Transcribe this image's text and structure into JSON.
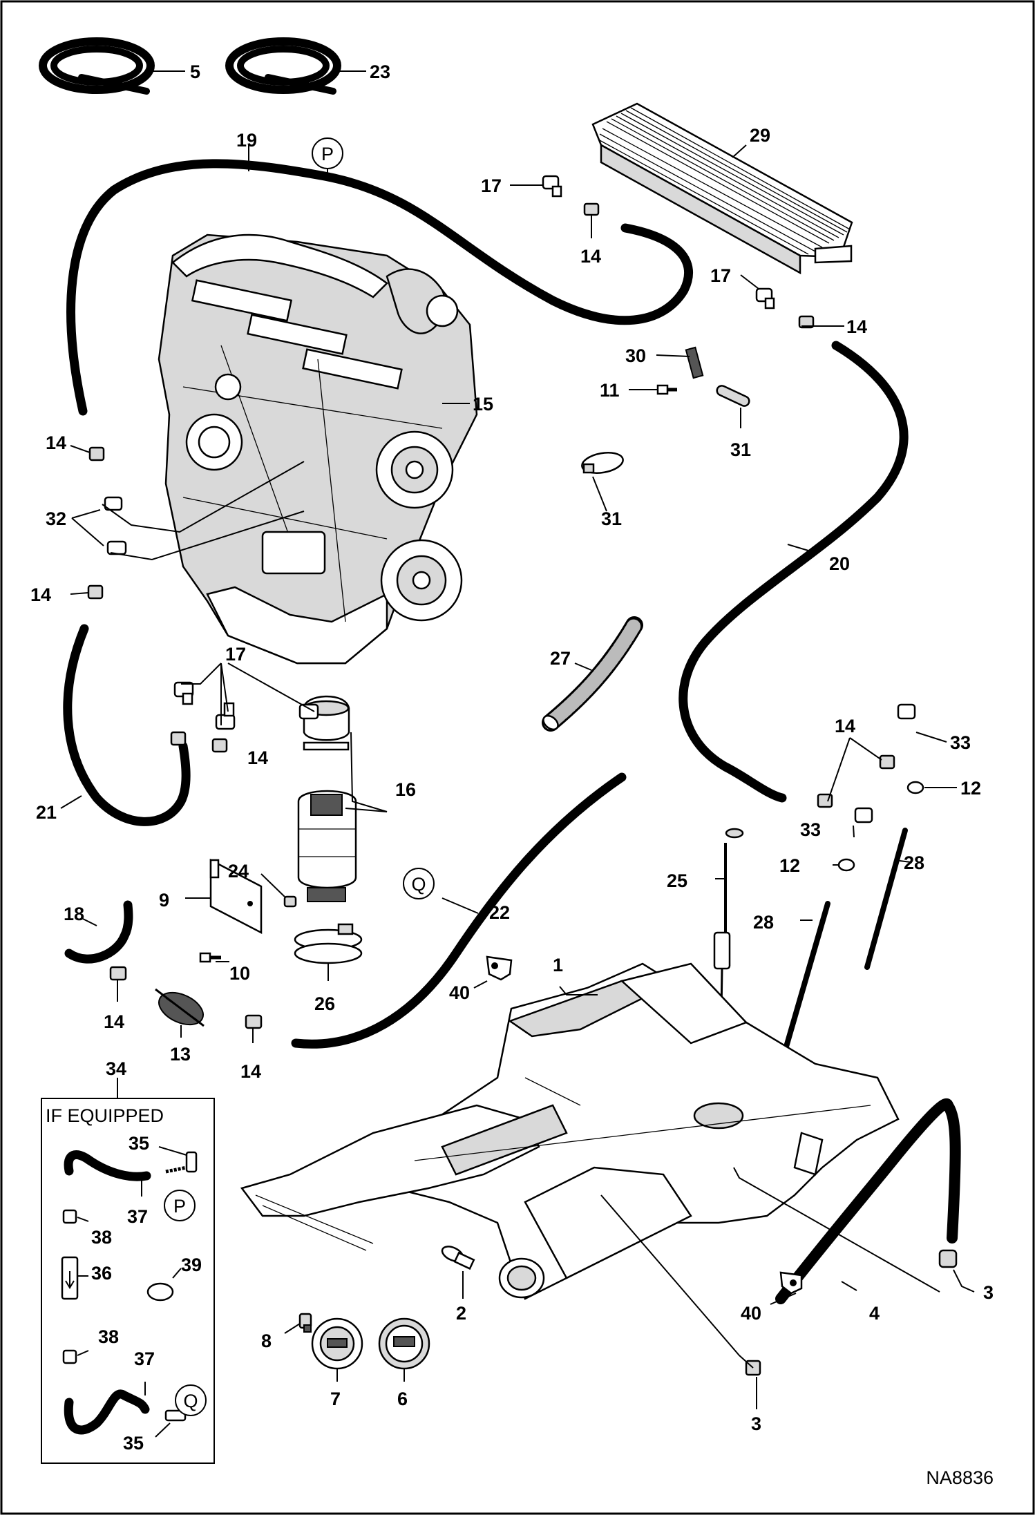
{
  "diagram": {
    "drawing_number": "NA8836",
    "if_equipped_label": "IF EQUIPPED",
    "markers": [
      "P",
      "Q"
    ],
    "callouts": [
      {
        "id": "c5",
        "text": "5"
      },
      {
        "id": "c23",
        "text": "23"
      },
      {
        "id": "c19",
        "text": "19"
      },
      {
        "id": "c29",
        "text": "29"
      },
      {
        "id": "c17a",
        "text": "17"
      },
      {
        "id": "c14a",
        "text": "14"
      },
      {
        "id": "c17b",
        "text": "17"
      },
      {
        "id": "c14b",
        "text": "14"
      },
      {
        "id": "c30",
        "text": "30"
      },
      {
        "id": "c11",
        "text": "11"
      },
      {
        "id": "c31a",
        "text": "31"
      },
      {
        "id": "c31b",
        "text": "31"
      },
      {
        "id": "c15",
        "text": "15"
      },
      {
        "id": "c14c",
        "text": "14"
      },
      {
        "id": "c32",
        "text": "32"
      },
      {
        "id": "c14d",
        "text": "14"
      },
      {
        "id": "c20",
        "text": "20"
      },
      {
        "id": "c17c",
        "text": "17"
      },
      {
        "id": "c27",
        "text": "27"
      },
      {
        "id": "c14e",
        "text": "14"
      },
      {
        "id": "c33a",
        "text": "33"
      },
      {
        "id": "c14f",
        "text": "14"
      },
      {
        "id": "c12a",
        "text": "12"
      },
      {
        "id": "c16",
        "text": "16"
      },
      {
        "id": "c21",
        "text": "21"
      },
      {
        "id": "c33b",
        "text": "33"
      },
      {
        "id": "c12b",
        "text": "12"
      },
      {
        "id": "c28a",
        "text": "28"
      },
      {
        "id": "c24",
        "text": "24"
      },
      {
        "id": "c25",
        "text": "25"
      },
      {
        "id": "c9",
        "text": "9"
      },
      {
        "id": "c22",
        "text": "22"
      },
      {
        "id": "c28b",
        "text": "28"
      },
      {
        "id": "c18",
        "text": "18"
      },
      {
        "id": "c10",
        "text": "10"
      },
      {
        "id": "c1",
        "text": "1"
      },
      {
        "id": "c40a",
        "text": "40"
      },
      {
        "id": "c26",
        "text": "26"
      },
      {
        "id": "c14g",
        "text": "14"
      },
      {
        "id": "c13",
        "text": "13"
      },
      {
        "id": "c14h",
        "text": "14"
      },
      {
        "id": "c34",
        "text": "34"
      },
      {
        "id": "c35a",
        "text": "35"
      },
      {
        "id": "c37a",
        "text": "37"
      },
      {
        "id": "c38a",
        "text": "38"
      },
      {
        "id": "c36",
        "text": "36"
      },
      {
        "id": "c39",
        "text": "39"
      },
      {
        "id": "c38b",
        "text": "38"
      },
      {
        "id": "c37b",
        "text": "37"
      },
      {
        "id": "c35b",
        "text": "35"
      },
      {
        "id": "c8",
        "text": "8"
      },
      {
        "id": "c7",
        "text": "7"
      },
      {
        "id": "c6",
        "text": "6"
      },
      {
        "id": "c2",
        "text": "2"
      },
      {
        "id": "c40b",
        "text": "40"
      },
      {
        "id": "c4",
        "text": "4"
      },
      {
        "id": "c3a",
        "text": "3"
      },
      {
        "id": "c3b",
        "text": "3"
      }
    ]
  }
}
